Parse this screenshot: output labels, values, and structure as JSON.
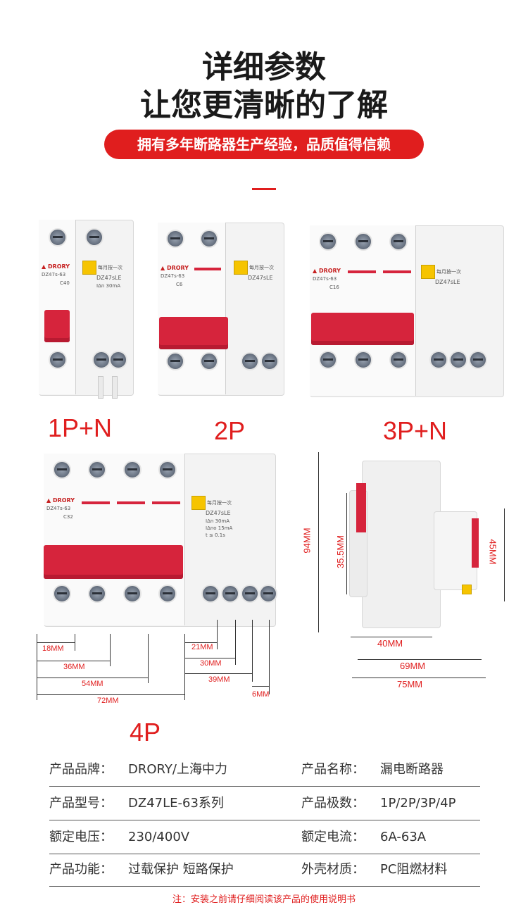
{
  "header": {
    "title_line1": "详细参数",
    "title_line2": "让您更清晰的了解",
    "banner": "拥有多年断路器生产经验，品质值得信赖"
  },
  "products": {
    "p1": "1P+N",
    "p2": "2P",
    "p3": "3P+N",
    "p4": "4P",
    "front_text": {
      "brand": "DRORY",
      "model": "DZ47s-63",
      "leakage_model": "DZ47sLE",
      "monthly": "每月按一次",
      "ratings_1pn": "C40",
      "ratings_2p": "C6",
      "ratings_3pn": "C16",
      "ratings_4p": "C32",
      "idn": "IΔn 30mA",
      "idno": "IΔno 15mA",
      "t": "t ≤ 0.1s"
    }
  },
  "dimensions": {
    "front": [
      "18MM",
      "36MM",
      "54MM",
      "72MM",
      "21MM",
      "30MM",
      "39MM",
      "6MM"
    ],
    "side": [
      "94MM",
      "35.5MM",
      "45MM",
      "40MM",
      "69MM",
      "75MM"
    ]
  },
  "specs": [
    {
      "k1": "产品品牌：",
      "v1": "DRORY/上海中力",
      "k2": "产品名称：",
      "v2": "漏电断路器"
    },
    {
      "k1": "产品型号：",
      "v1": "DZ47LE-63系列",
      "k2": "产品极数：",
      "v2": "1P/2P/3P/4P"
    },
    {
      "k1": "额定电压：",
      "v1": "230/400V",
      "k2": "额定电流：",
      "v2": "6A-63A"
    },
    {
      "k1": "产品功能：",
      "v1": "过载保护 短路保护",
      "k2": "外壳材质：",
      "v2": "PC阻燃材料"
    }
  ],
  "note": "注：安装之前请仔细阅读该产品的使用说明书",
  "colors": {
    "accent": "#e01e1e",
    "handle": "#d6243c",
    "yellow": "#f6c400"
  }
}
